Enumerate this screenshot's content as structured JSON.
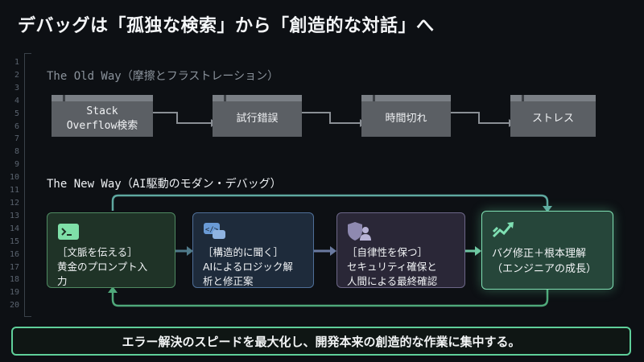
{
  "title": "デバッグは「孤独な検索」から「創造的な対話」へ",
  "line_numbers": [
    "1",
    "2",
    "3",
    "4",
    "5",
    "6",
    "7",
    "8",
    "9",
    "10",
    "11",
    "12",
    "13",
    "14",
    "15",
    "16",
    "17",
    "18",
    "19",
    "20"
  ],
  "old_way": {
    "heading": "The Old Way（摩擦とフラストレーション）",
    "steps": [
      "Stack\nOverflow検索",
      "試行錯誤",
      "時間切れ",
      "ストレス"
    ]
  },
  "new_way": {
    "heading": "The New Way（AI駆動のモダン・デバッグ）",
    "cards": [
      {
        "text": "［文脈を伝える］\n黄金のプロンプト入\n力",
        "icon": "terminal-icon"
      },
      {
        "text": "［構造的に聞く］\nAIによるロジック解\n析と修正案",
        "icon": "code-chat-icon"
      },
      {
        "text": "［自律性を保つ］\nセキュリティ確保と\n人間による最終確認",
        "icon": "shield-person-icon"
      },
      {
        "text": "バグ修正＋根本理解\n（エンジニアの成長）",
        "icon": "trend-up-icon"
      }
    ]
  },
  "footer": "エラー解決のスピードを最大化し、開発本来の創造的な作業に集中する。",
  "colors": {
    "green_accent": "#5fcf9a",
    "old_box": "#5b5f64",
    "card1_border": "#4f8a62",
    "card2_border": "#4f6f98",
    "card3_border": "#6c6788",
    "card4_border": "#7fe0b3"
  }
}
